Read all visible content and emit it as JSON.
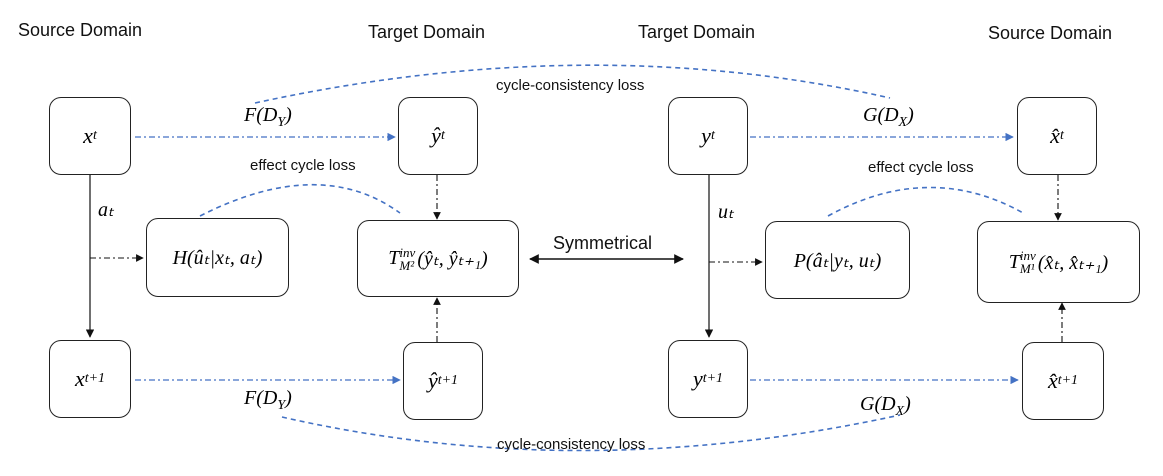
{
  "headers": {
    "h1": "Source Domain",
    "h2": "Target Domain",
    "h3": "Target Domain",
    "h4": "Source Domain"
  },
  "nodes": {
    "xt": "x",
    "xt_sub": "t",
    "xt1": "x",
    "xt1_sub": "t+1",
    "yhat_t": "ŷ",
    "yhat_t_sub": "t",
    "yhat_t1": "ŷ",
    "yhat_t1_sub": "t+1",
    "yt": "y",
    "yt_sub": "t",
    "yt1": "y",
    "yt1_sub": "t+1",
    "xhat_t": "x̂",
    "xhat_t_sub": "t",
    "xhat_t1": "x̂",
    "xhat_t1_sub": "t+1",
    "H_model": "H(ûₜ|xₜ, aₜ)",
    "P_model": "P(âₜ|yₜ, uₜ)",
    "T_left": "T",
    "T_left_sup": "inv",
    "T_left_sub": "M²",
    "T_left_args": "(ŷₜ, ŷₜ₊₁)",
    "T_right": "T",
    "T_right_sup": "inv",
    "T_right_sub": "M¹",
    "T_right_args": "(x̂ₜ, x̂ₜ₊₁)"
  },
  "edge_labels": {
    "a_t": "aₜ",
    "u_t": "uₜ",
    "F_top": "F(D",
    "F_top_sub": "Y",
    "F_bottom": "F(D",
    "F_bottom_sub": "Y",
    "G_top": "G(D",
    "G_top_sub": "X",
    "G_bottom": "G(D",
    "G_bottom_sub": "X",
    "close_paren": ")"
  },
  "loss_labels": {
    "cycle_top": "cycle-consistency loss",
    "cycle_bottom": "cycle-consistency loss",
    "effect_left": "effect cycle loss",
    "effect_right": "effect cycle loss"
  },
  "symmetrical": "Symmetrical",
  "colors": {
    "dashed_blue": "#4472c4",
    "line": "#222222"
  }
}
